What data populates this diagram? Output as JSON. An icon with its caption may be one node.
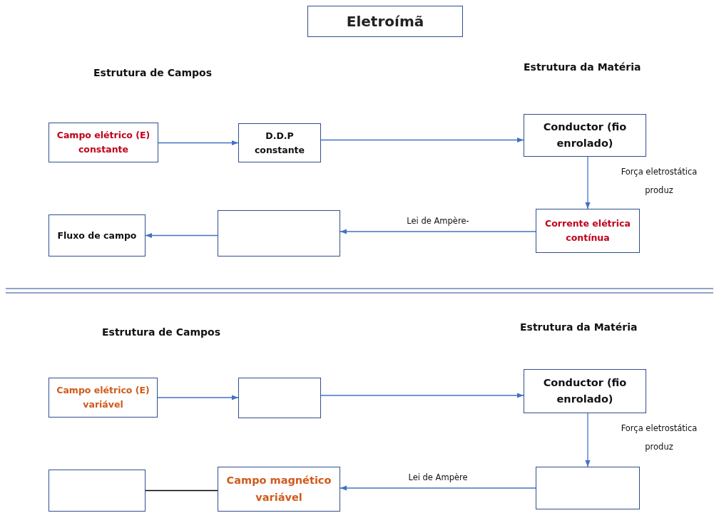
{
  "diagram": {
    "title": "Eletroímã",
    "nodes": [
      {
        "text": [
          "Campo elétrico (E) constante"
        ]
      },
      {
        "text": [
          "D.D.P constante"
        ]
      },
      {
        "text": [
          "Conductor (fio enrolado)"
        ]
      },
      {
        "text": [
          "Corrente elétrica contínua"
        ]
      },
      {
        "text": [],
        "shape": "box"
      },
      {
        "text": [
          "Fluxo de campo"
        ]
      },
      {
        "text": [
          "Campo elétrico (E) variável"
        ]
      },
      {
        "text": [],
        "shape": "box"
      },
      {
        "text": [
          "Conductor (fio enrolado)"
        ]
      },
      {
        "text": [],
        "shape": "box"
      },
      {
        "text": [
          "Campo magnético variável"
        ]
      },
      {
        "text": [],
        "shape": "box"
      }
    ],
    "edges": [
      {
        "from": 0,
        "to": 1,
        "arrow": "to"
      },
      {
        "from": 1,
        "to": 2,
        "arrow": "to"
      },
      {
        "from": 2,
        "to": 3,
        "arrow": "to",
        "label": "Força eletrostática produz"
      },
      {
        "from": 3,
        "to": 4,
        "arrow": "to",
        "label": "Lei de Ampère-"
      },
      {
        "from": 4,
        "to": 5,
        "arrow": "to"
      },
      {
        "from": 6,
        "to": 7,
        "arrow": "to"
      },
      {
        "from": 7,
        "to": 8,
        "arrow": "to"
      },
      {
        "from": 8,
        "to": 9,
        "arrow": "to",
        "label": "Força eletrostática produz"
      },
      {
        "from": 9,
        "to": 10,
        "arrow": "to",
        "label": "Lei de Ampère"
      },
      {
        "from": 10,
        "to": 11,
        "arrow": "none",
        "color": "#000000"
      }
    ],
    "labels": [
      "Estrutura de Campos",
      "Estrutura da Matéria",
      "Estrutura de Campos",
      "Estrutura da Matéria"
    ]
  }
}
